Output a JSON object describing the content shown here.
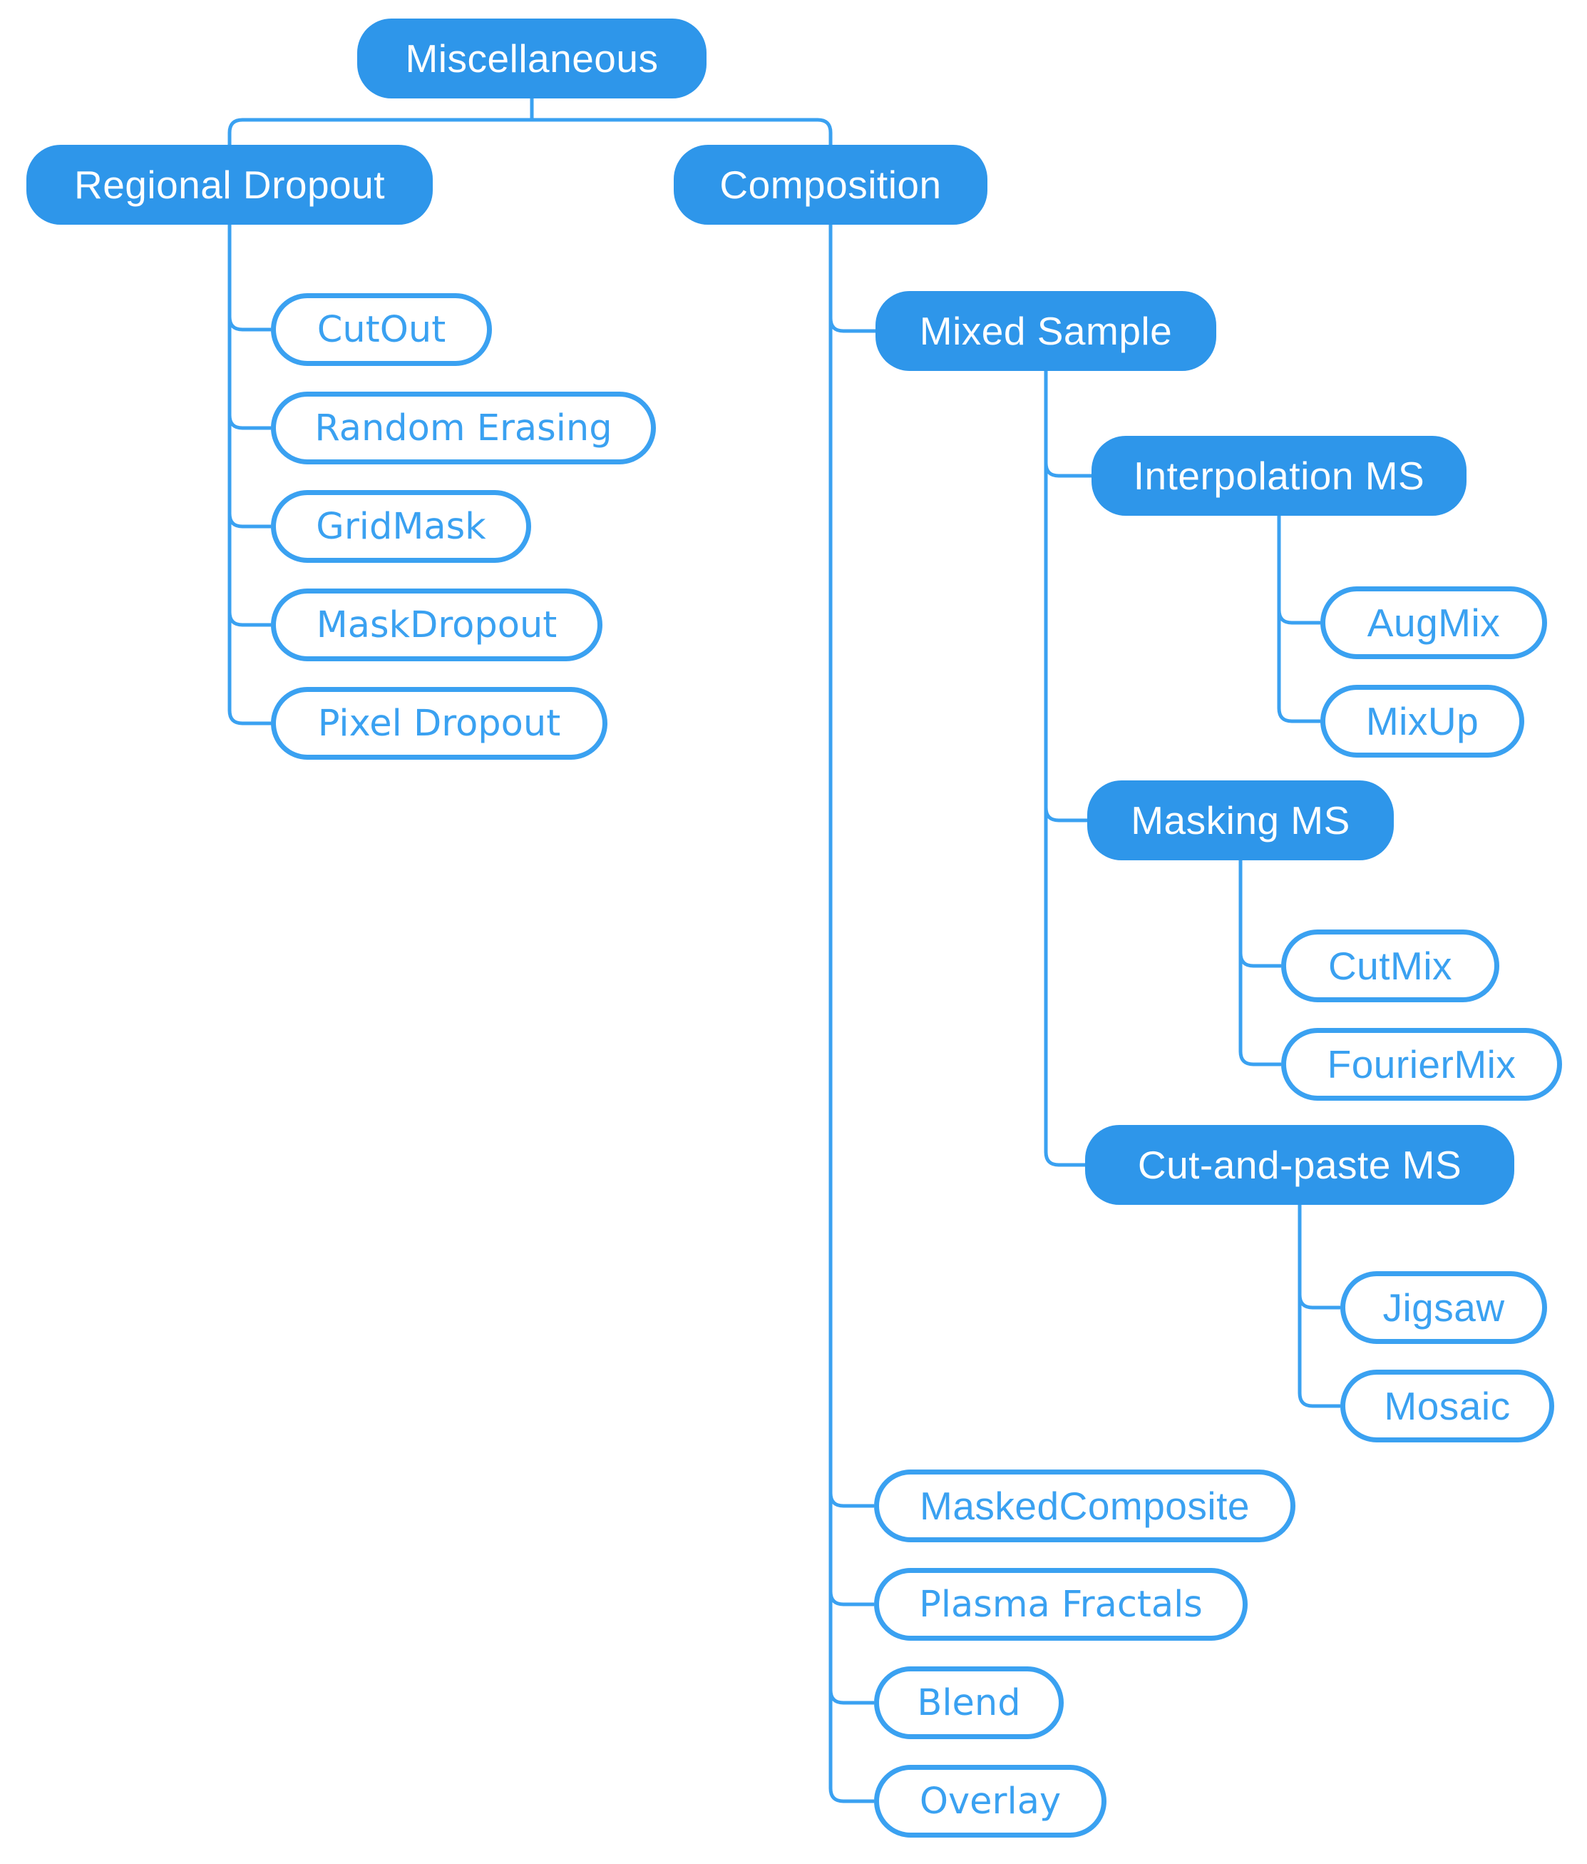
{
  "diagram": {
    "background": "#FFFFFF",
    "colors": {
      "node_fill": "#2E96EA",
      "line_and_outline": "#3AA1F1",
      "text_on_filled_nodes": "#FFFFFF"
    },
    "tree": {
      "label": "Miscellaneous",
      "children": [
        {
          "label": "Regional Dropout",
          "children": [
            {
              "label": "CutOut"
            },
            {
              "label": "Random Erasing"
            },
            {
              "label": "GridMask"
            },
            {
              "label": "MaskDropout"
            },
            {
              "label": "Pixel Dropout"
            }
          ]
        },
        {
          "label": "Composition",
          "children": [
            {
              "label": "Mixed Sample",
              "children": [
                {
                  "label": "Interpolation MS",
                  "children": [
                    {
                      "label": "AugMix"
                    },
                    {
                      "label": "MixUp"
                    }
                  ]
                },
                {
                  "label": "Masking MS",
                  "children": [
                    {
                      "label": "CutMix"
                    },
                    {
                      "label": "FourierMix"
                    }
                  ]
                },
                {
                  "label": "Cut-and-paste MS",
                  "children": [
                    {
                      "label": "Jigsaw"
                    },
                    {
                      "label": "Mosaic"
                    }
                  ]
                }
              ]
            },
            {
              "label": "MaskedComposite"
            },
            {
              "label": "Plasma Fractals"
            },
            {
              "label": "Blend"
            },
            {
              "label": "Overlay"
            }
          ]
        }
      ]
    }
  }
}
